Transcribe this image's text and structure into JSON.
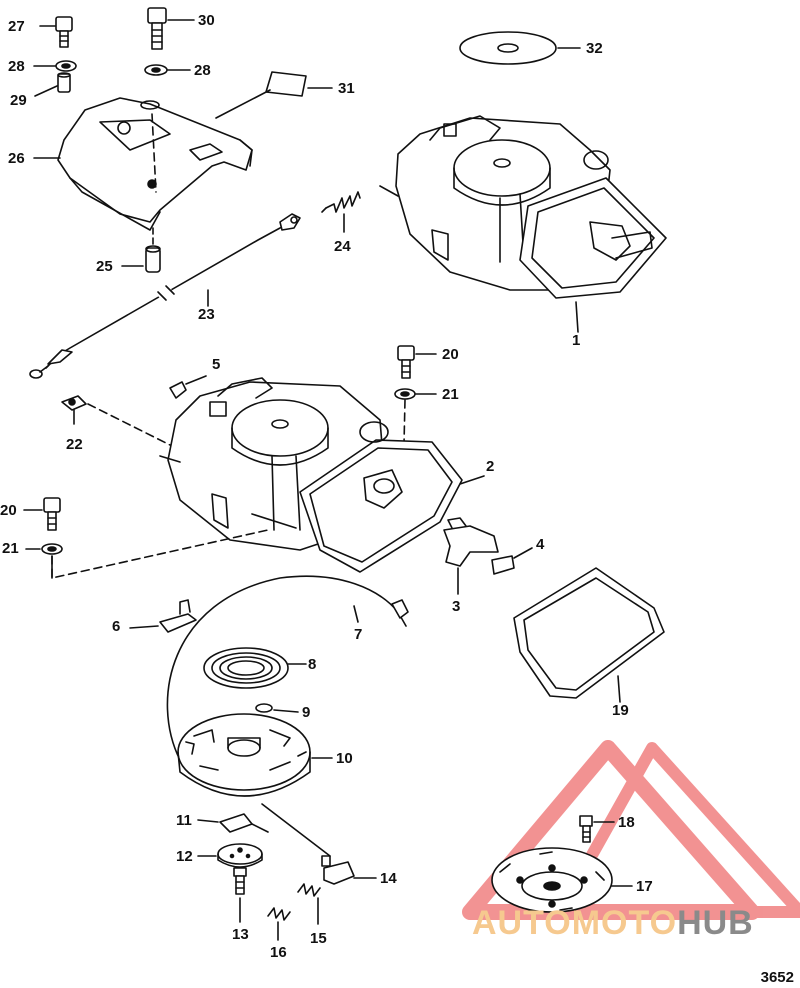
{
  "callouts": {
    "c1": "1",
    "c2": "2",
    "c3": "3",
    "c4": "4",
    "c5": "5",
    "c6": "6",
    "c7": "7",
    "c8": "8",
    "c9": "9",
    "c10": "10",
    "c11": "11",
    "c12": "12",
    "c13": "13",
    "c14": "14",
    "c15": "15",
    "c16": "16",
    "c17": "17",
    "c18": "18",
    "c19": "19",
    "c20a": "20",
    "c20b": "20",
    "c21a": "21",
    "c21b": "21",
    "c22": "22",
    "c23": "23",
    "c24": "24",
    "c25": "25",
    "c26": "26",
    "c27": "27",
    "c28a": "28",
    "c28b": "28",
    "c29": "29",
    "c30": "30",
    "c31": "31",
    "c32": "32"
  },
  "figure_number": "3652",
  "watermark": {
    "text_part1": "AUTOMOTO",
    "text_part2": "HUB",
    "color_primary": "#f6c98f",
    "color_secondary": "#8a8a8a",
    "triangle_color": "#f08080"
  }
}
